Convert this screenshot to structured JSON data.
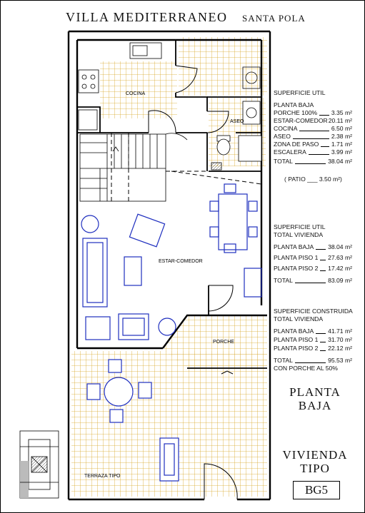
{
  "header": {
    "title": "VILLA MEDITERRANEO",
    "location": "SANTA POLA"
  },
  "plan": {
    "rooms": {
      "cocina": "COCINA",
      "aseo": "ASEO",
      "estar": "ESTAR-COMEDOR",
      "porche": "PORCHE",
      "terraza": "TERRAZA TIPO"
    }
  },
  "util": {
    "heading": "SUPERFICIE UTIL",
    "floor": "PLANTA BAJA",
    "rows": [
      {
        "label": "PORCHE 100%",
        "value": "3.35 m²"
      },
      {
        "label": "ESTAR-COMEDOR",
        "value": "20.11 m²"
      },
      {
        "label": "COCINA",
        "value": "6.50 m²"
      },
      {
        "label": "ASEO",
        "value": "2.38 m²"
      },
      {
        "label": "ZONA DE PASO",
        "value": "1.71 m²"
      },
      {
        "label": "ESCALERA",
        "value": "3.99 m²"
      },
      {
        "label": "TOTAL",
        "value": "38.04 m²"
      }
    ],
    "patio": "( PATIO ___ 3.50 m²)"
  },
  "util_total": {
    "heading1": "SUPERFICIE UTIL",
    "heading2": "TOTAL VIVIENDA",
    "rows": [
      {
        "label": "PLANTA BAJA",
        "value": "38.04 m²"
      },
      {
        "label": "PLANTA PISO 1",
        "value": "27.63 m²"
      },
      {
        "label": "PLANTA PISO 2",
        "value": "17.42 m²"
      },
      {
        "label": "TOTAL",
        "value": "83.09 m²"
      }
    ]
  },
  "construida": {
    "heading1": "SUPERFICIE CONSTRUIDA",
    "heading2": "TOTAL VIVIENDA",
    "rows": [
      {
        "label": "PLANTA BAJA",
        "value": "41.71 m²"
      },
      {
        "label": "PLANTA PISO 1",
        "value": "31.70 m²"
      },
      {
        "label": "PLANTA PISO 2",
        "value": "22.12 m²"
      },
      {
        "label": "TOTAL",
        "value": "95.53 m²"
      },
      {
        "label": "CON PORCHE AL 50%",
        "value": ""
      }
    ]
  },
  "labels": {
    "floor_line1": "PLANTA",
    "floor_line2": "BAJA",
    "type_line1": "VIVIENDA",
    "type_line2": "TIPO",
    "code": "BG5"
  },
  "colors": {
    "tile": "#d8a628",
    "furniture": "#1f2fbf",
    "wall": "#000000"
  }
}
